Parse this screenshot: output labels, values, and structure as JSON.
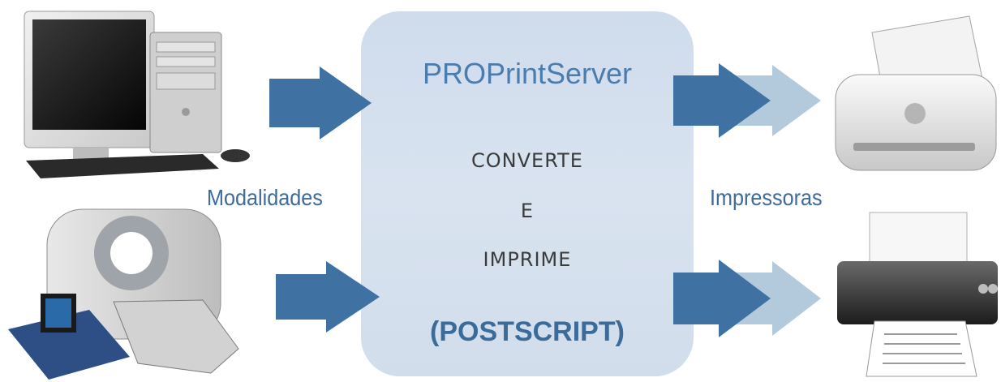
{
  "server": {
    "title": "PROPrintServer",
    "line1": "CONVERTE",
    "line2": "E",
    "line3": "IMPRIME",
    "format": "(POSTSCRIPT)"
  },
  "labels": {
    "modalities": "Modalidades",
    "printers": "Impressoras"
  },
  "colors": {
    "arrow_dark": "#3f72a3",
    "arrow_light": "#b3cadd",
    "box": "#d3deec",
    "title": "#4b7cae"
  },
  "icons": [
    "desktop-computer-icon",
    "ct-scanner-icon",
    "inkjet-printer-icon",
    "laser-printer-icon"
  ]
}
